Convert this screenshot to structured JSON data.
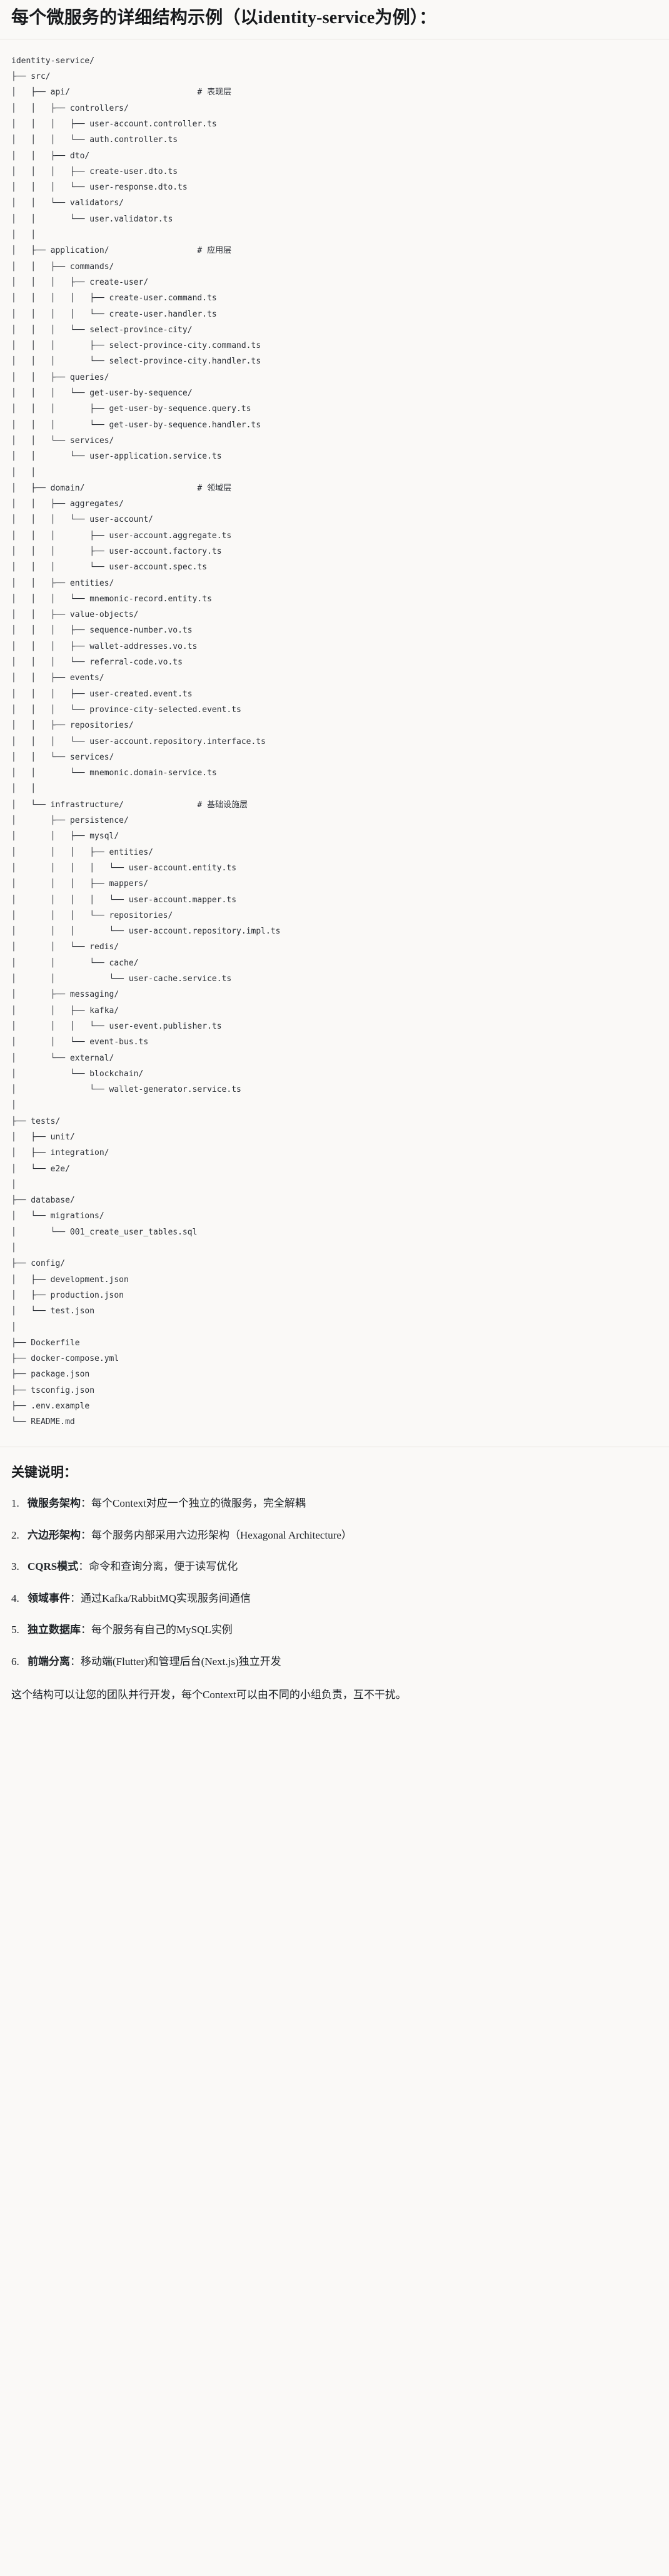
{
  "document": {
    "title": "每个微服务的详细结构示例（以identity-service为例）：",
    "tree_root": "identity-service/",
    "layer_comments": {
      "api": "# 表现层",
      "application": "# 应用层",
      "domain": "# 领域层",
      "infrastructure": "# 基础设施层"
    },
    "tree_text": "identity-service/\n├── src/\n│   ├── api/                          # 表现层\n│   │   ├── controllers/\n│   │   │   ├── user-account.controller.ts\n│   │   │   └── auth.controller.ts\n│   │   ├── dto/\n│   │   │   ├── create-user.dto.ts\n│   │   │   └── user-response.dto.ts\n│   │   └── validators/\n│   │       └── user.validator.ts\n│   │\n│   ├── application/                  # 应用层\n│   │   ├── commands/\n│   │   │   ├── create-user/\n│   │   │   │   ├── create-user.command.ts\n│   │   │   │   └── create-user.handler.ts\n│   │   │   └── select-province-city/\n│   │   │       ├── select-province-city.command.ts\n│   │   │       └── select-province-city.handler.ts\n│   │   ├── queries/\n│   │   │   └── get-user-by-sequence/\n│   │   │       ├── get-user-by-sequence.query.ts\n│   │   │       └── get-user-by-sequence.handler.ts\n│   │   └── services/\n│   │       └── user-application.service.ts\n│   │\n│   ├── domain/                       # 领域层\n│   │   ├── aggregates/\n│   │   │   └── user-account/\n│   │   │       ├── user-account.aggregate.ts\n│   │   │       ├── user-account.factory.ts\n│   │   │       └── user-account.spec.ts\n│   │   ├── entities/\n│   │   │   └── mnemonic-record.entity.ts\n│   │   ├── value-objects/\n│   │   │   ├── sequence-number.vo.ts\n│   │   │   ├── wallet-addresses.vo.ts\n│   │   │   └── referral-code.vo.ts\n│   │   ├── events/\n│   │   │   ├── user-created.event.ts\n│   │   │   └── province-city-selected.event.ts\n│   │   ├── repositories/\n│   │   │   └── user-account.repository.interface.ts\n│   │   └── services/\n│   │       └── mnemonic.domain-service.ts\n│   │\n│   └── infrastructure/               # 基础设施层\n│       ├── persistence/\n│       │   ├── mysql/\n│       │   │   ├── entities/\n│       │   │   │   └── user-account.entity.ts\n│       │   │   ├── mappers/\n│       │   │   │   └── user-account.mapper.ts\n│       │   │   └── repositories/\n│       │   │       └── user-account.repository.impl.ts\n│       │   └── redis/\n│       │       └── cache/\n│       │           └── user-cache.service.ts\n│       ├── messaging/\n│       │   ├── kafka/\n│       │   │   └── user-event.publisher.ts\n│       │   └── event-bus.ts\n│       └── external/\n│           └── blockchain/\n│               └── wallet-generator.service.ts\n│\n├── tests/\n│   ├── unit/\n│   ├── integration/\n│   └── e2e/\n│\n├── database/\n│   └── migrations/\n│       └── 001_create_user_tables.sql\n│\n├── config/\n│   ├── development.json\n│   ├── production.json\n│   └── test.json\n│\n├── Dockerfile\n├── docker-compose.yml\n├── package.json\n├── tsconfig.json\n├── .env.example\n└── README.md",
    "notes_heading": "关键说明：",
    "notes": [
      {
        "number": "1.",
        "lead": "微服务架构",
        "sep": "：",
        "body": "每个Context对应一个独立的微服务，完全解耦"
      },
      {
        "number": "2.",
        "lead": "六边形架构",
        "sep": "：",
        "body": "每个服务内部采用六边形架构（Hexagonal Architecture）"
      },
      {
        "number": "3.",
        "lead": "CQRS模式",
        "sep": "：",
        "body": "命令和查询分离，便于读写优化"
      },
      {
        "number": "4.",
        "lead": "领域事件",
        "sep": "：",
        "body": "通过Kafka/RabbitMQ实现服务间通信"
      },
      {
        "number": "5.",
        "lead": "独立数据库",
        "sep": "：",
        "body": "每个服务有自己的MySQL实例"
      },
      {
        "number": "6.",
        "lead": "前端分离",
        "sep": "：",
        "body": "移动端(Flutter)和管理后台(Next.js)独立开发"
      }
    ],
    "closing": "这个结构可以让您的团队并行开发，每个Context可以由不同的小组负责，互不干扰。"
  },
  "colors": {
    "background": "#faf9f7",
    "text": "#1f2328",
    "rule": "#e6e3de",
    "code_text": "#2b2f36"
  }
}
